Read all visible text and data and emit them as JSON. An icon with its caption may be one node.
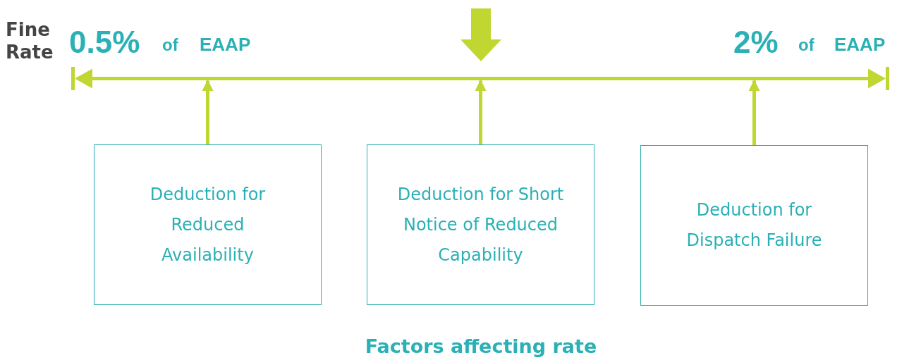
{
  "diagram": {
    "nodes": [
      {
        "text": [],
        "shape": "bar"
      },
      {
        "text": [
          "Deduction for Reduced Availability"
        ]
      },
      {
        "text": [
          "Deduction for Short Notice of Reduced Capability"
        ]
      },
      {
        "text": [
          "Deduction for Dispatch Failure"
        ]
      }
    ],
    "edges": [
      {
        "from": 1,
        "to": 0,
        "arrow": "to"
      },
      {
        "from": 2,
        "to": 0,
        "arrow": "to"
      },
      {
        "from": 3,
        "to": 0,
        "arrow": "to"
      }
    ],
    "labels": [
      "Fine Rate",
      "0.5%",
      "of",
      "EAAP",
      "2%",
      "of",
      "EAAP",
      "Factors affecting rate"
    ]
  }
}
